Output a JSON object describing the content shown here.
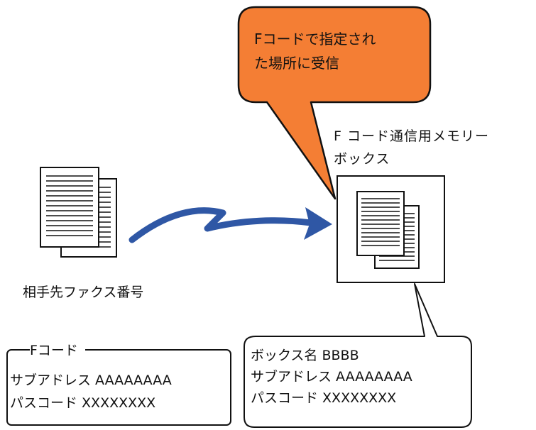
{
  "callout": {
    "line1": "Fコードで指定され",
    "line2": "た場所に受信",
    "fill_color": "#f47e34"
  },
  "memory_box": {
    "title_line1": "F コード通信用メモリー",
    "title_line2": "ボックス"
  },
  "sender": {
    "label": "相手先ファクス番号"
  },
  "fcode_panel": {
    "legend": "Fコード",
    "subaddress": "サブアドレス AAAAAAAA",
    "passcode": "パスコード XXXXXXXX"
  },
  "box_info": {
    "box_name": "ボックス名 BBBB",
    "subaddress": "サブアドレス AAAAAAAA",
    "passcode": "パスコード XXXXXXXX"
  },
  "colors": {
    "arrow": "#2f57a5",
    "outline": "#111111"
  }
}
